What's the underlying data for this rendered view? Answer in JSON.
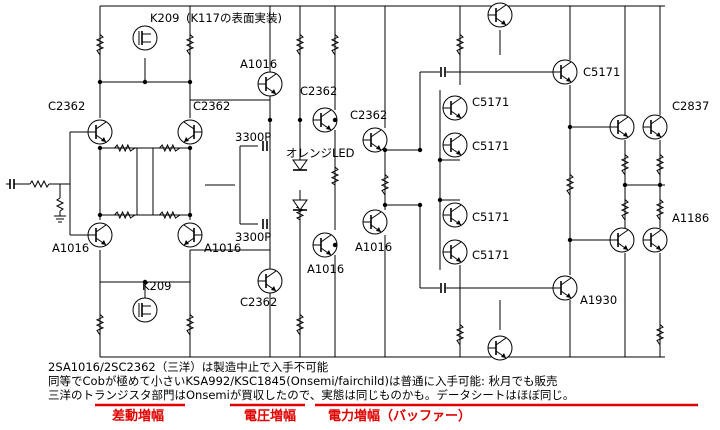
{
  "transistor_labels": {
    "k209_top": "K209",
    "k209_top_note": "(K117の表面実装)",
    "a1016_top": "A1016",
    "c2362_left_top": "C2362",
    "c2362_right_top": "C2362",
    "c2362_vas_top": "C2362",
    "c2362_vas2": "C2362",
    "a1016_left_bottom": "A1016",
    "a1016_right_bottom": "A1016",
    "a1016_vas_bottom": "A1016",
    "a1016_vas2": "A1016",
    "k209_bottom": "K209",
    "c2362_bottom": "C2362",
    "c5171_out": "C5171",
    "c5171_1": "C5171",
    "c5171_2": "C5171",
    "c5171_3": "C5171",
    "c5171_4": "C5171",
    "a1930_out": "A1930",
    "c2837": "C2837",
    "a1186": "A1186"
  },
  "component_labels": {
    "cap_top": "3300P",
    "cap_bottom": "3300P",
    "led": "オレンジLED"
  },
  "notes": [
    "2SA1016/2SC2362（三洋）は製造中止で入手不可能",
    "同等でCobが極めて小さいKSA992/KSC1845(Onsemi/fairchild)は普通に入手可能: 秋月でも販売",
    "三洋のトランジスタ部門はOnsemiが買収したので、実態は同じものかも。データシートはほぼ同じ。"
  ],
  "sections": {
    "diff": "差動増幅",
    "vas": "電圧増幅",
    "buffer": "電力増幅（バッファー）"
  },
  "colors": {
    "section": "#e00000",
    "line": "#000000"
  }
}
